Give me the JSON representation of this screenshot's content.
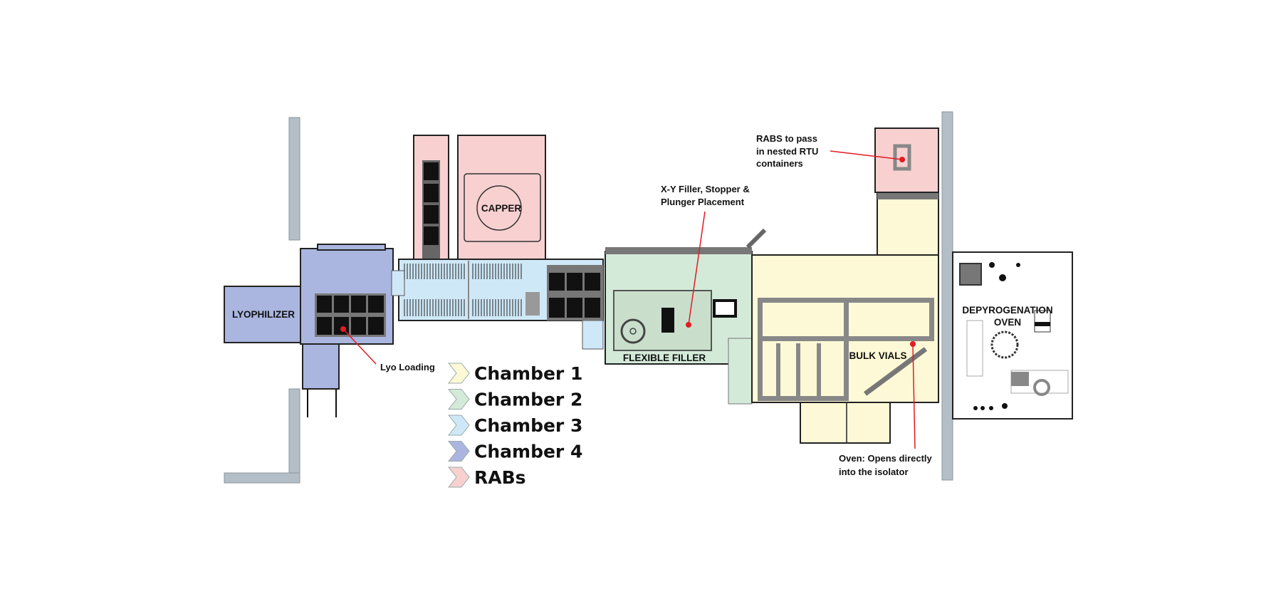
{
  "labels": {
    "lyophilizer": "LYOPHILIZER",
    "capper": "CAPPER",
    "flexible_filler": "FLEXIBLE FILLER",
    "bulk_vials": "BULK VIALS",
    "depyrogenation_line1": "DEPYROGENATION",
    "depyrogenation_line2": "OVEN"
  },
  "callouts": {
    "lyo_loading": "Lyo Loading",
    "xy_filler_line1": "X-Y Filler, Stopper &",
    "xy_filler_line2": "Plunger Placement",
    "rabs_line1": "RABS to pass",
    "rabs_line2": "in nested RTU",
    "rabs_line3": "containers",
    "oven_line1": "Oven: Opens directly",
    "oven_line2": "into the isolator"
  },
  "legend": [
    {
      "label": "Chamber 1",
      "color": "#fdf9d6"
    },
    {
      "label": "Chamber 2",
      "color": "#d3ead8"
    },
    {
      "label": "Chamber 3",
      "color": "#cfe8f8"
    },
    {
      "label": "Chamber 4",
      "color": "#aab6e0"
    },
    {
      "label": "RABs",
      "color": "#f8d0d0"
    }
  ],
  "colors": {
    "callout_line": "#e31b23",
    "wall": "#b4bec6"
  }
}
